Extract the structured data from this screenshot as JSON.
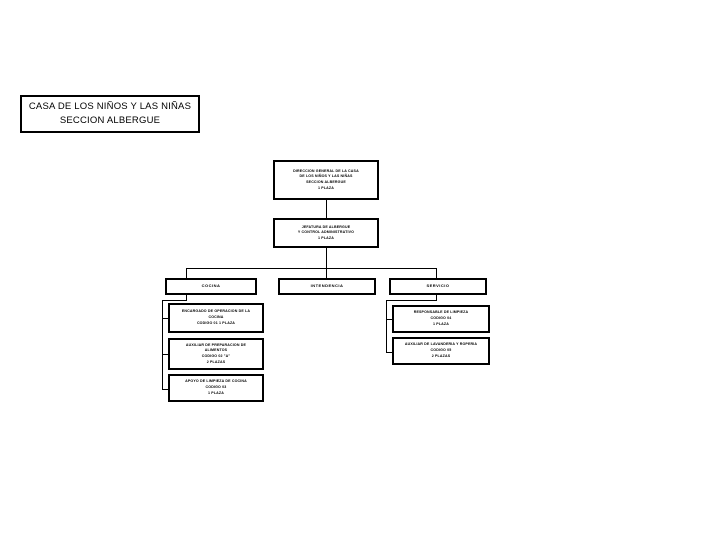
{
  "page": {
    "background": "#ffffff",
    "ink": "#000000"
  },
  "title_plate": {
    "line1": "CASA DE LOS NIÑOS Y LAS NIÑAS",
    "line2": "SECCION ALBERGUE"
  },
  "chart": {
    "type": "org-chart",
    "root": {
      "id": "direccion",
      "lines": [
        "DIRECCION GENERAL DE LA CASA",
        "DE LOS NIÑOS Y LAS NIÑAS",
        "SECCION ALBERGUE",
        "1 PLAZA"
      ]
    },
    "second_level": {
      "id": "jefatura",
      "lines": [
        "JEFATURA DE ALBERGUE",
        "Y CONTROL ADMINISTRATIVO",
        "1 PLAZA"
      ]
    },
    "departments": [
      {
        "id": "cocina",
        "label": "COCINA"
      },
      {
        "id": "intendencia",
        "label": "INTENDENCIA"
      },
      {
        "id": "servicio",
        "label": "SERVICIO"
      }
    ],
    "roles": [
      {
        "id": "encargado-cocina",
        "parent": "cocina",
        "lines": [
          "ENCARGADO DE OPERACION DE LA",
          "COCINA",
          "CODIGO 01   1 PLAZA"
        ]
      },
      {
        "id": "auxiliar-cocina",
        "parent": "cocina",
        "lines": [
          "AUXILIAR DE PREPARACION DE",
          "ALIMENTOS",
          "CODIGO 02 \"A\"",
          "2 PLAZAS"
        ]
      },
      {
        "id": "apoyo-cocina",
        "parent": "cocina",
        "lines": [
          "APOYO DE LIMPIEZA DE COCINA",
          "CODIGO 03",
          "1 PLAZA"
        ]
      },
      {
        "id": "responsable-limpieza",
        "parent": "servicio",
        "lines": [
          "RESPONSABLE DE LIMPIEZA",
          "CODIGO 04",
          "1 PLAZA"
        ]
      },
      {
        "id": "auxiliar-lavanderia",
        "parent": "servicio",
        "lines": [
          "AUXILIAR DE LAVANDERIA Y ROPERIA",
          "CODIGO 05",
          "2 PLAZAS"
        ]
      }
    ]
  }
}
